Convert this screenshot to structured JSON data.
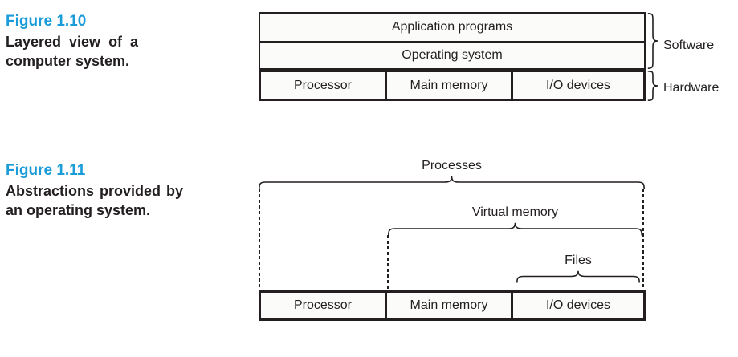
{
  "colors": {
    "accent": "#1A9CD8",
    "ink": "#231F20",
    "box_fill": "#FBFBF9"
  },
  "figure_1_10": {
    "caption_title": "Figure 1.10",
    "caption_line1": "Layered view of a",
    "caption_line2": "computer system.",
    "layers": {
      "application": "Application programs",
      "os": "Operating system"
    },
    "hardware_cells": [
      "Processor",
      "Main memory",
      "I/O devices"
    ],
    "brace_software": "Software",
    "brace_hardware": "Hardware"
  },
  "figure_1_11": {
    "caption_title": "Figure 1.11",
    "caption_line1": "Abstractions provided by",
    "caption_line2": "an operating system.",
    "abstraction_processes": "Processes",
    "abstraction_virtual_memory": "Virtual memory",
    "abstraction_files": "Files",
    "hardware_cells": [
      "Processor",
      "Main memory",
      "I/O devices"
    ]
  }
}
